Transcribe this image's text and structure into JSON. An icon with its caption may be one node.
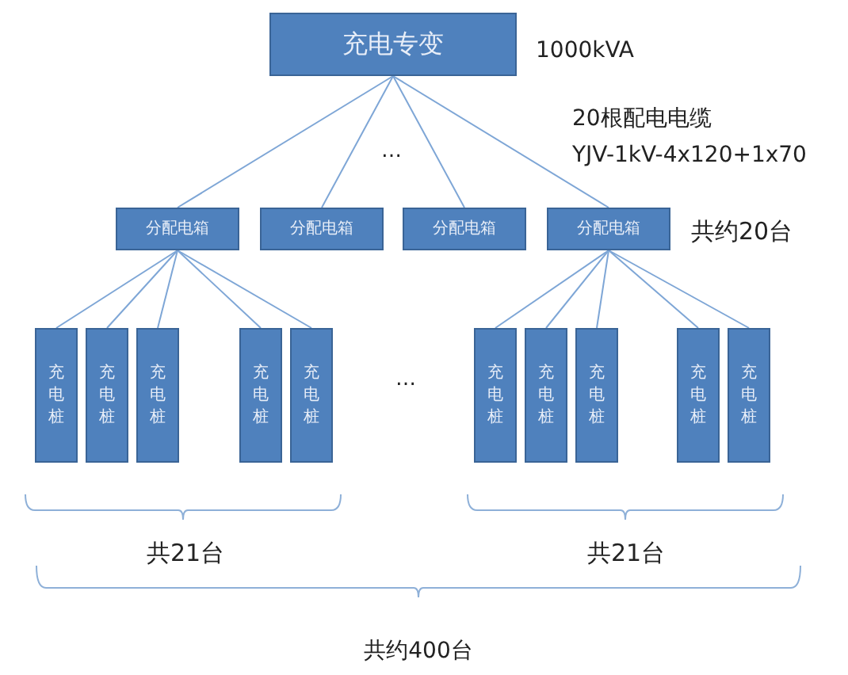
{
  "diagram": {
    "nodes": [
      {
        "text": [
          "充电专变"
        ]
      },
      {
        "text": [
          "分配电箱"
        ]
      },
      {
        "text": [
          "分配电箱"
        ]
      },
      {
        "text": [
          "分配电箱"
        ]
      },
      {
        "text": [
          "分配电箱"
        ]
      },
      {
        "text": [
          "充电桩"
        ]
      },
      {
        "text": [
          "充电桩"
        ]
      },
      {
        "text": [
          "充电桩"
        ]
      },
      {
        "text": [
          "充电桩"
        ]
      },
      {
        "text": [
          "充电桩"
        ]
      },
      {
        "text": [
          "充电桩"
        ]
      },
      {
        "text": [
          "充电桩"
        ]
      },
      {
        "text": [
          "充电桩"
        ]
      },
      {
        "text": [
          "充电桩"
        ]
      },
      {
        "text": [
          "充电桩"
        ]
      }
    ],
    "edges": [
      {
        "from": 0,
        "to": 1,
        "arrow": "none"
      },
      {
        "from": 0,
        "to": 2,
        "arrow": "none"
      },
      {
        "from": 0,
        "to": 3,
        "arrow": "none"
      },
      {
        "from": 0,
        "to": 4,
        "arrow": "none"
      },
      {
        "from": 1,
        "to": 5,
        "arrow": "none"
      },
      {
        "from": 1,
        "to": 6,
        "arrow": "none"
      },
      {
        "from": 1,
        "to": 7,
        "arrow": "none"
      },
      {
        "from": 1,
        "to": 8,
        "arrow": "none"
      },
      {
        "from": 1,
        "to": 9,
        "arrow": "none"
      },
      {
        "from": 4,
        "to": 10,
        "arrow": "none"
      },
      {
        "from": 4,
        "to": 11,
        "arrow": "none"
      },
      {
        "from": 4,
        "to": 12,
        "arrow": "none"
      },
      {
        "from": 4,
        "to": 13,
        "arrow": "none"
      },
      {
        "from": 4,
        "to": 14,
        "arrow": "none"
      }
    ],
    "labels": [
      "1000kVA",
      "20根配电电缆",
      "YJV-1kV-4x120+1x70",
      "…",
      "共约20台",
      "…",
      "共21台",
      "共21台",
      "共约400台"
    ]
  }
}
